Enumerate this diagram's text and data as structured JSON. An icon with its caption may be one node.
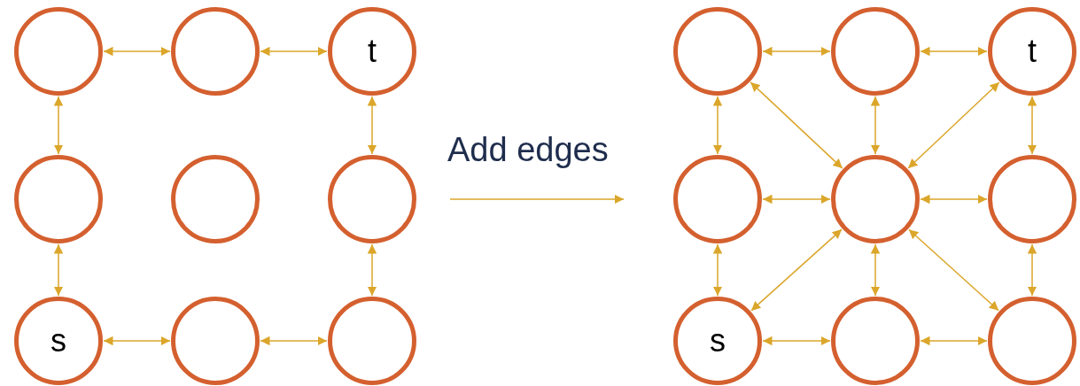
{
  "diagram": {
    "nodes": [
      {
        "text": [],
        "shape": "circle"
      },
      {
        "text": [],
        "shape": "circle"
      },
      {
        "text": [
          "t"
        ]
      },
      {
        "text": [],
        "shape": "circle"
      },
      {
        "text": [],
        "shape": "circle"
      },
      {
        "text": [],
        "shape": "circle"
      },
      {
        "text": [
          "s"
        ]
      },
      {
        "text": [],
        "shape": "circle"
      },
      {
        "text": [],
        "shape": "circle"
      },
      {
        "text": [],
        "shape": "circle"
      },
      {
        "text": [],
        "shape": "circle"
      },
      {
        "text": [
          "t"
        ]
      },
      {
        "text": [],
        "shape": "circle"
      },
      {
        "text": [],
        "shape": "circle"
      },
      {
        "text": [],
        "shape": "circle"
      },
      {
        "text": [
          "s"
        ]
      },
      {
        "text": [],
        "shape": "circle"
      },
      {
        "text": [],
        "shape": "circle"
      }
    ],
    "edges": [
      {
        "from": 0,
        "to": 1,
        "arrow": "both"
      },
      {
        "from": 1,
        "to": 2,
        "arrow": "both"
      },
      {
        "from": 0,
        "to": 3,
        "arrow": "both"
      },
      {
        "from": 2,
        "to": 5,
        "arrow": "both"
      },
      {
        "from": 3,
        "to": 6,
        "arrow": "both"
      },
      {
        "from": 5,
        "to": 8,
        "arrow": "both"
      },
      {
        "from": 6,
        "to": 7,
        "arrow": "both"
      },
      {
        "from": 7,
        "to": 8,
        "arrow": "both"
      },
      {
        "from": 9,
        "to": 10,
        "arrow": "both"
      },
      {
        "from": 10,
        "to": 11,
        "arrow": "both"
      },
      {
        "from": 9,
        "to": 13,
        "arrow": "both"
      },
      {
        "from": 11,
        "to": 13,
        "arrow": "both"
      },
      {
        "from": 9,
        "to": 12,
        "arrow": "both"
      },
      {
        "from": 10,
        "to": 13,
        "arrow": "both"
      },
      {
        "from": 11,
        "to": 14,
        "arrow": "both"
      },
      {
        "from": 12,
        "to": 13,
        "arrow": "both"
      },
      {
        "from": 13,
        "to": 14,
        "arrow": "both"
      },
      {
        "from": 13,
        "to": 15,
        "arrow": "both"
      },
      {
        "from": 13,
        "to": 17,
        "arrow": "both"
      },
      {
        "from": 12,
        "to": 15,
        "arrow": "both"
      },
      {
        "from": 13,
        "to": 16,
        "arrow": "both"
      },
      {
        "from": 14,
        "to": 17,
        "arrow": "both"
      },
      {
        "from": 15,
        "to": 16,
        "arrow": "both"
      },
      {
        "from": 16,
        "to": 17,
        "arrow": "both"
      }
    ],
    "labels": [
      "Add edges"
    ]
  }
}
